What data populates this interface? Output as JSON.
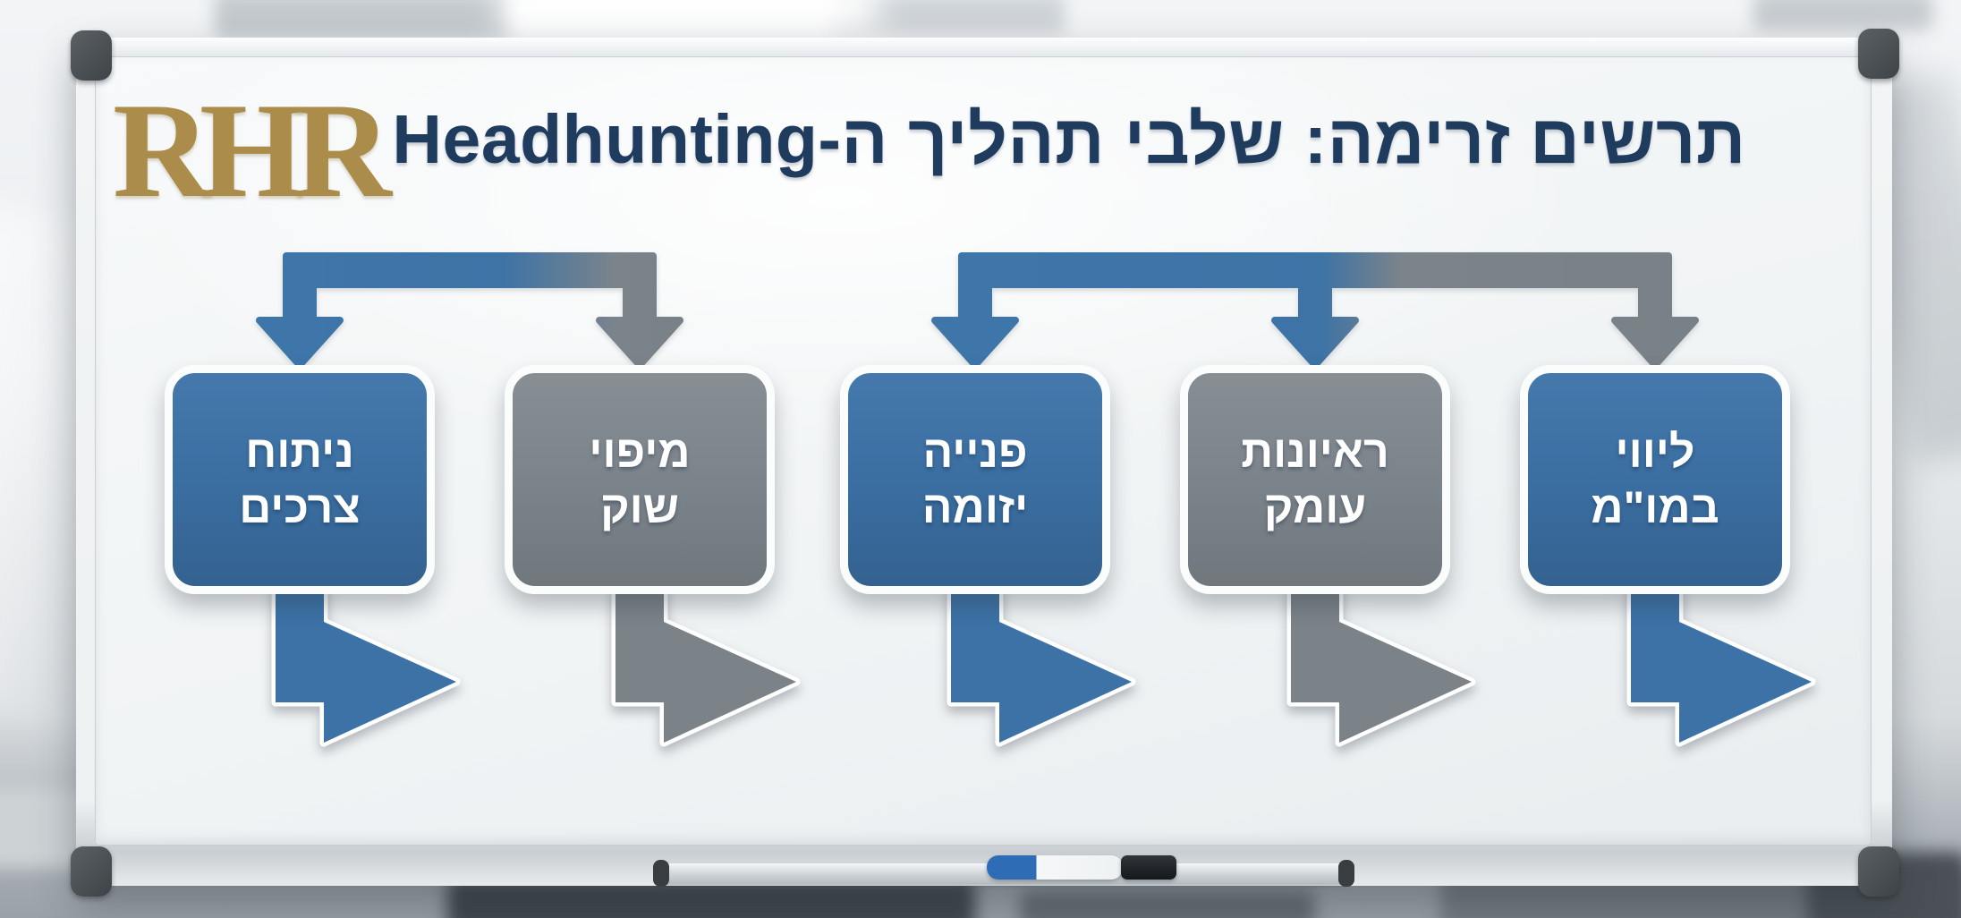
{
  "board": {
    "logo_text": "RHR",
    "title": "תרשים זרימה: שלבי תהליך ה-Headhunting",
    "steps": [
      {
        "line1": "ניתוח",
        "line2": "צרכים",
        "color": "blue"
      },
      {
        "line1": "מיפוי",
        "line2": "שוק",
        "color": "gray"
      },
      {
        "line1": "פנייה",
        "line2": "יזומה",
        "color": "blue"
      },
      {
        "line1": "ראיונות",
        "line2": "עומק",
        "color": "gray"
      },
      {
        "line1": "ליווי",
        "line2": "במו\"מ",
        "color": "blue"
      }
    ],
    "colors": {
      "step_blue": "#3d72a5",
      "step_gray": "#7b838a",
      "title_navy": "#1f3c5e",
      "logo_gold": "#ab8c4a",
      "marker_blue": "#2e6cb5",
      "marker_black": "#1a1d20"
    },
    "objects": [
      "marker-tray",
      "blue-marker",
      "black-marker"
    ]
  }
}
